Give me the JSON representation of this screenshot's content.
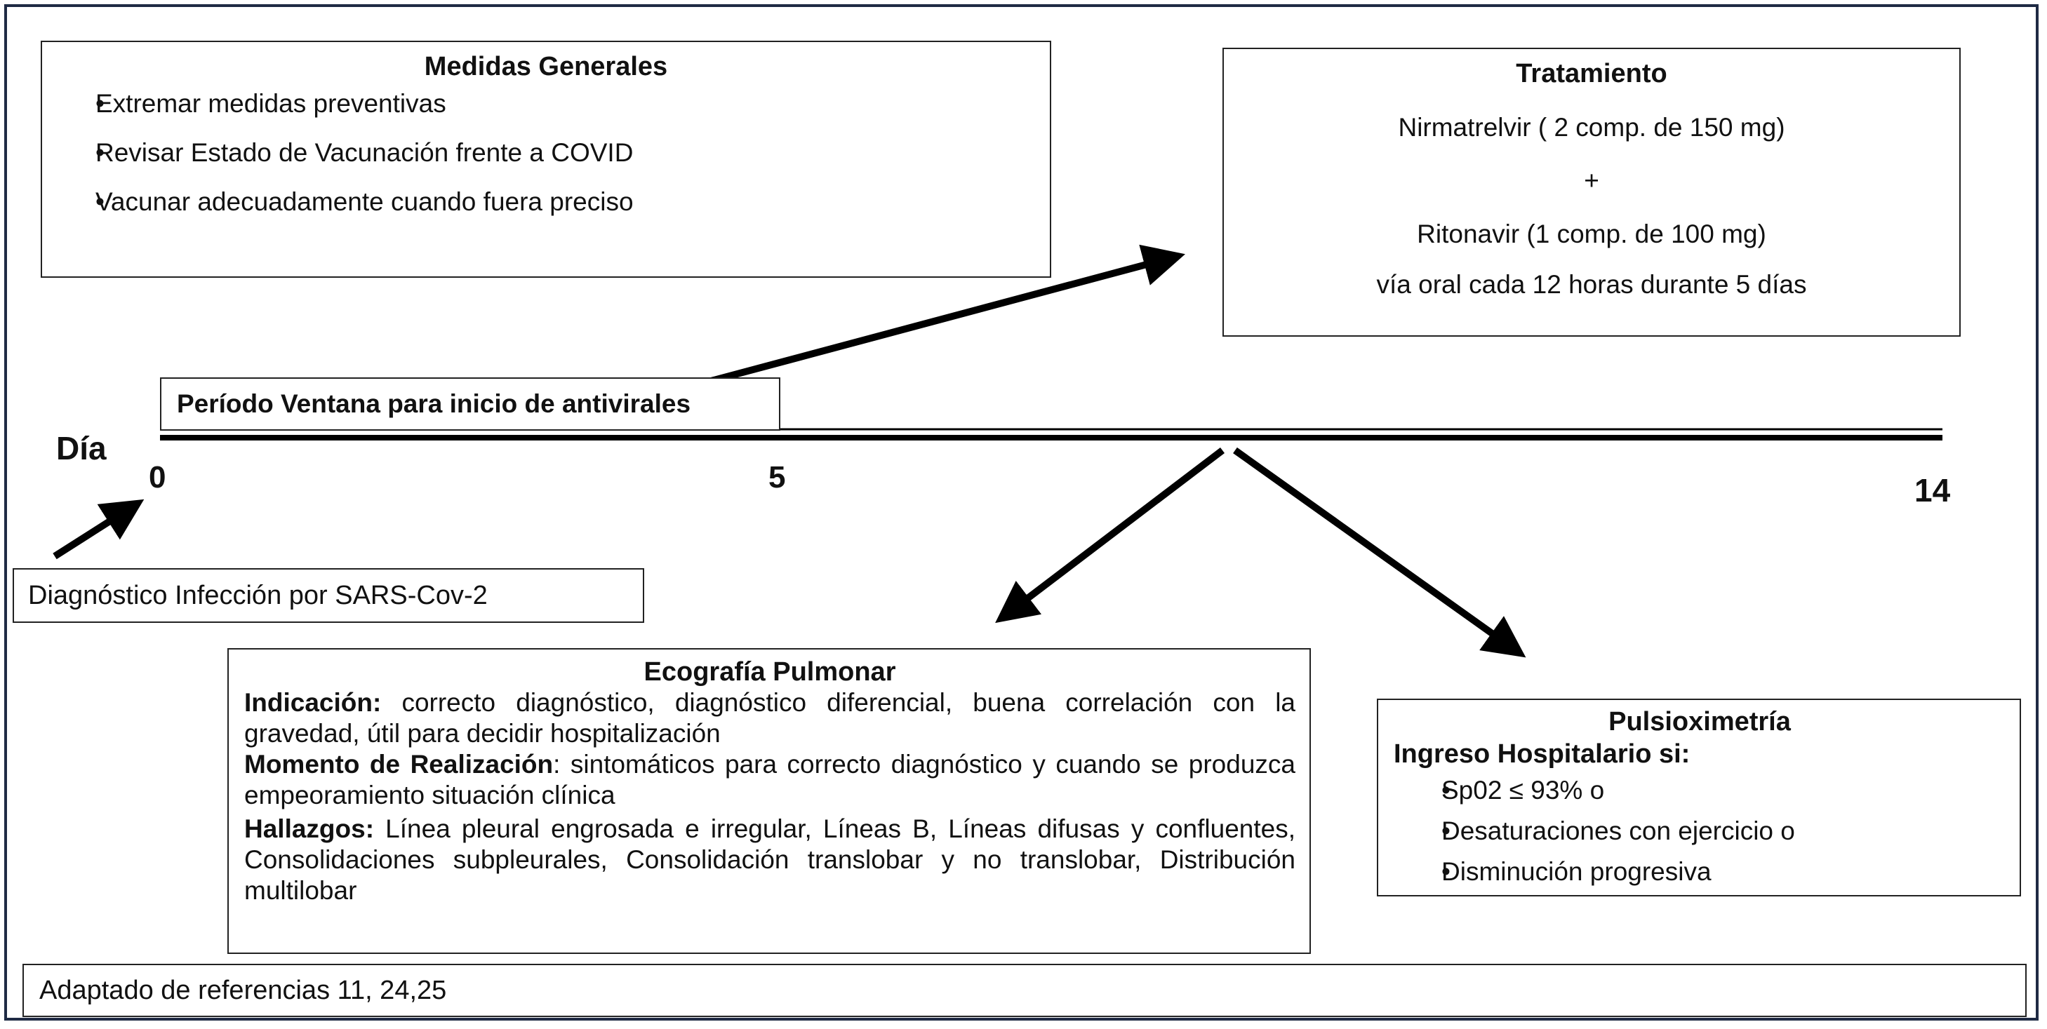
{
  "medidas": {
    "title": "Medidas Generales",
    "items": [
      "Extremar medidas preventivas",
      "Revisar Estado de Vacunación frente a COVID",
      "Vacunar adecuadamente cuando fuera preciso"
    ]
  },
  "tratamiento": {
    "title": "Tratamiento",
    "line1": "Nirmatrelvir ( 2 comp. de 150 mg)",
    "plus": "+",
    "line2": "Ritonavir (1 comp. de 100 mg)",
    "line3": "vía oral cada 12 horas durante 5 días"
  },
  "ventana": {
    "label": "Período Ventana para inicio de antivirales"
  },
  "timeline": {
    "axis_label": "Día",
    "ticks": [
      "0",
      "5",
      "14"
    ]
  },
  "diagnostico": {
    "label": "Diagnóstico Infección por SARS-Cov-2"
  },
  "ecografia": {
    "title": "Ecografía Pulmonar",
    "indicacion_label": "Indicación:",
    "indicacion_text": " correcto diagnóstico, diagnóstico diferencial, buena correlación con la gravedad, útil para decidir hospitalización",
    "momento_label": "Momento de Realización",
    "momento_text": ": sintomáticos para correcto diagnóstico y cuando se produzca empeoramiento situación clínica",
    "hallazgos_label": "Hallazgos:",
    "hallazgos_text": " Línea pleural engrosada e irregular, Líneas B, Líneas difusas y confluentes, Consolidaciones subpleurales, Consolidación translobar y no translobar, Distribución multilobar"
  },
  "pulsioximetria": {
    "title": "Pulsioximetría",
    "subtitle": "Ingreso Hospitalario si:",
    "items": [
      "Sp02 ≤ 93% o",
      "Desaturaciones con ejercicio o",
      "Disminución progresiva"
    ]
  },
  "referencias": {
    "label": "Adaptado de referencias 11, 24,25"
  }
}
